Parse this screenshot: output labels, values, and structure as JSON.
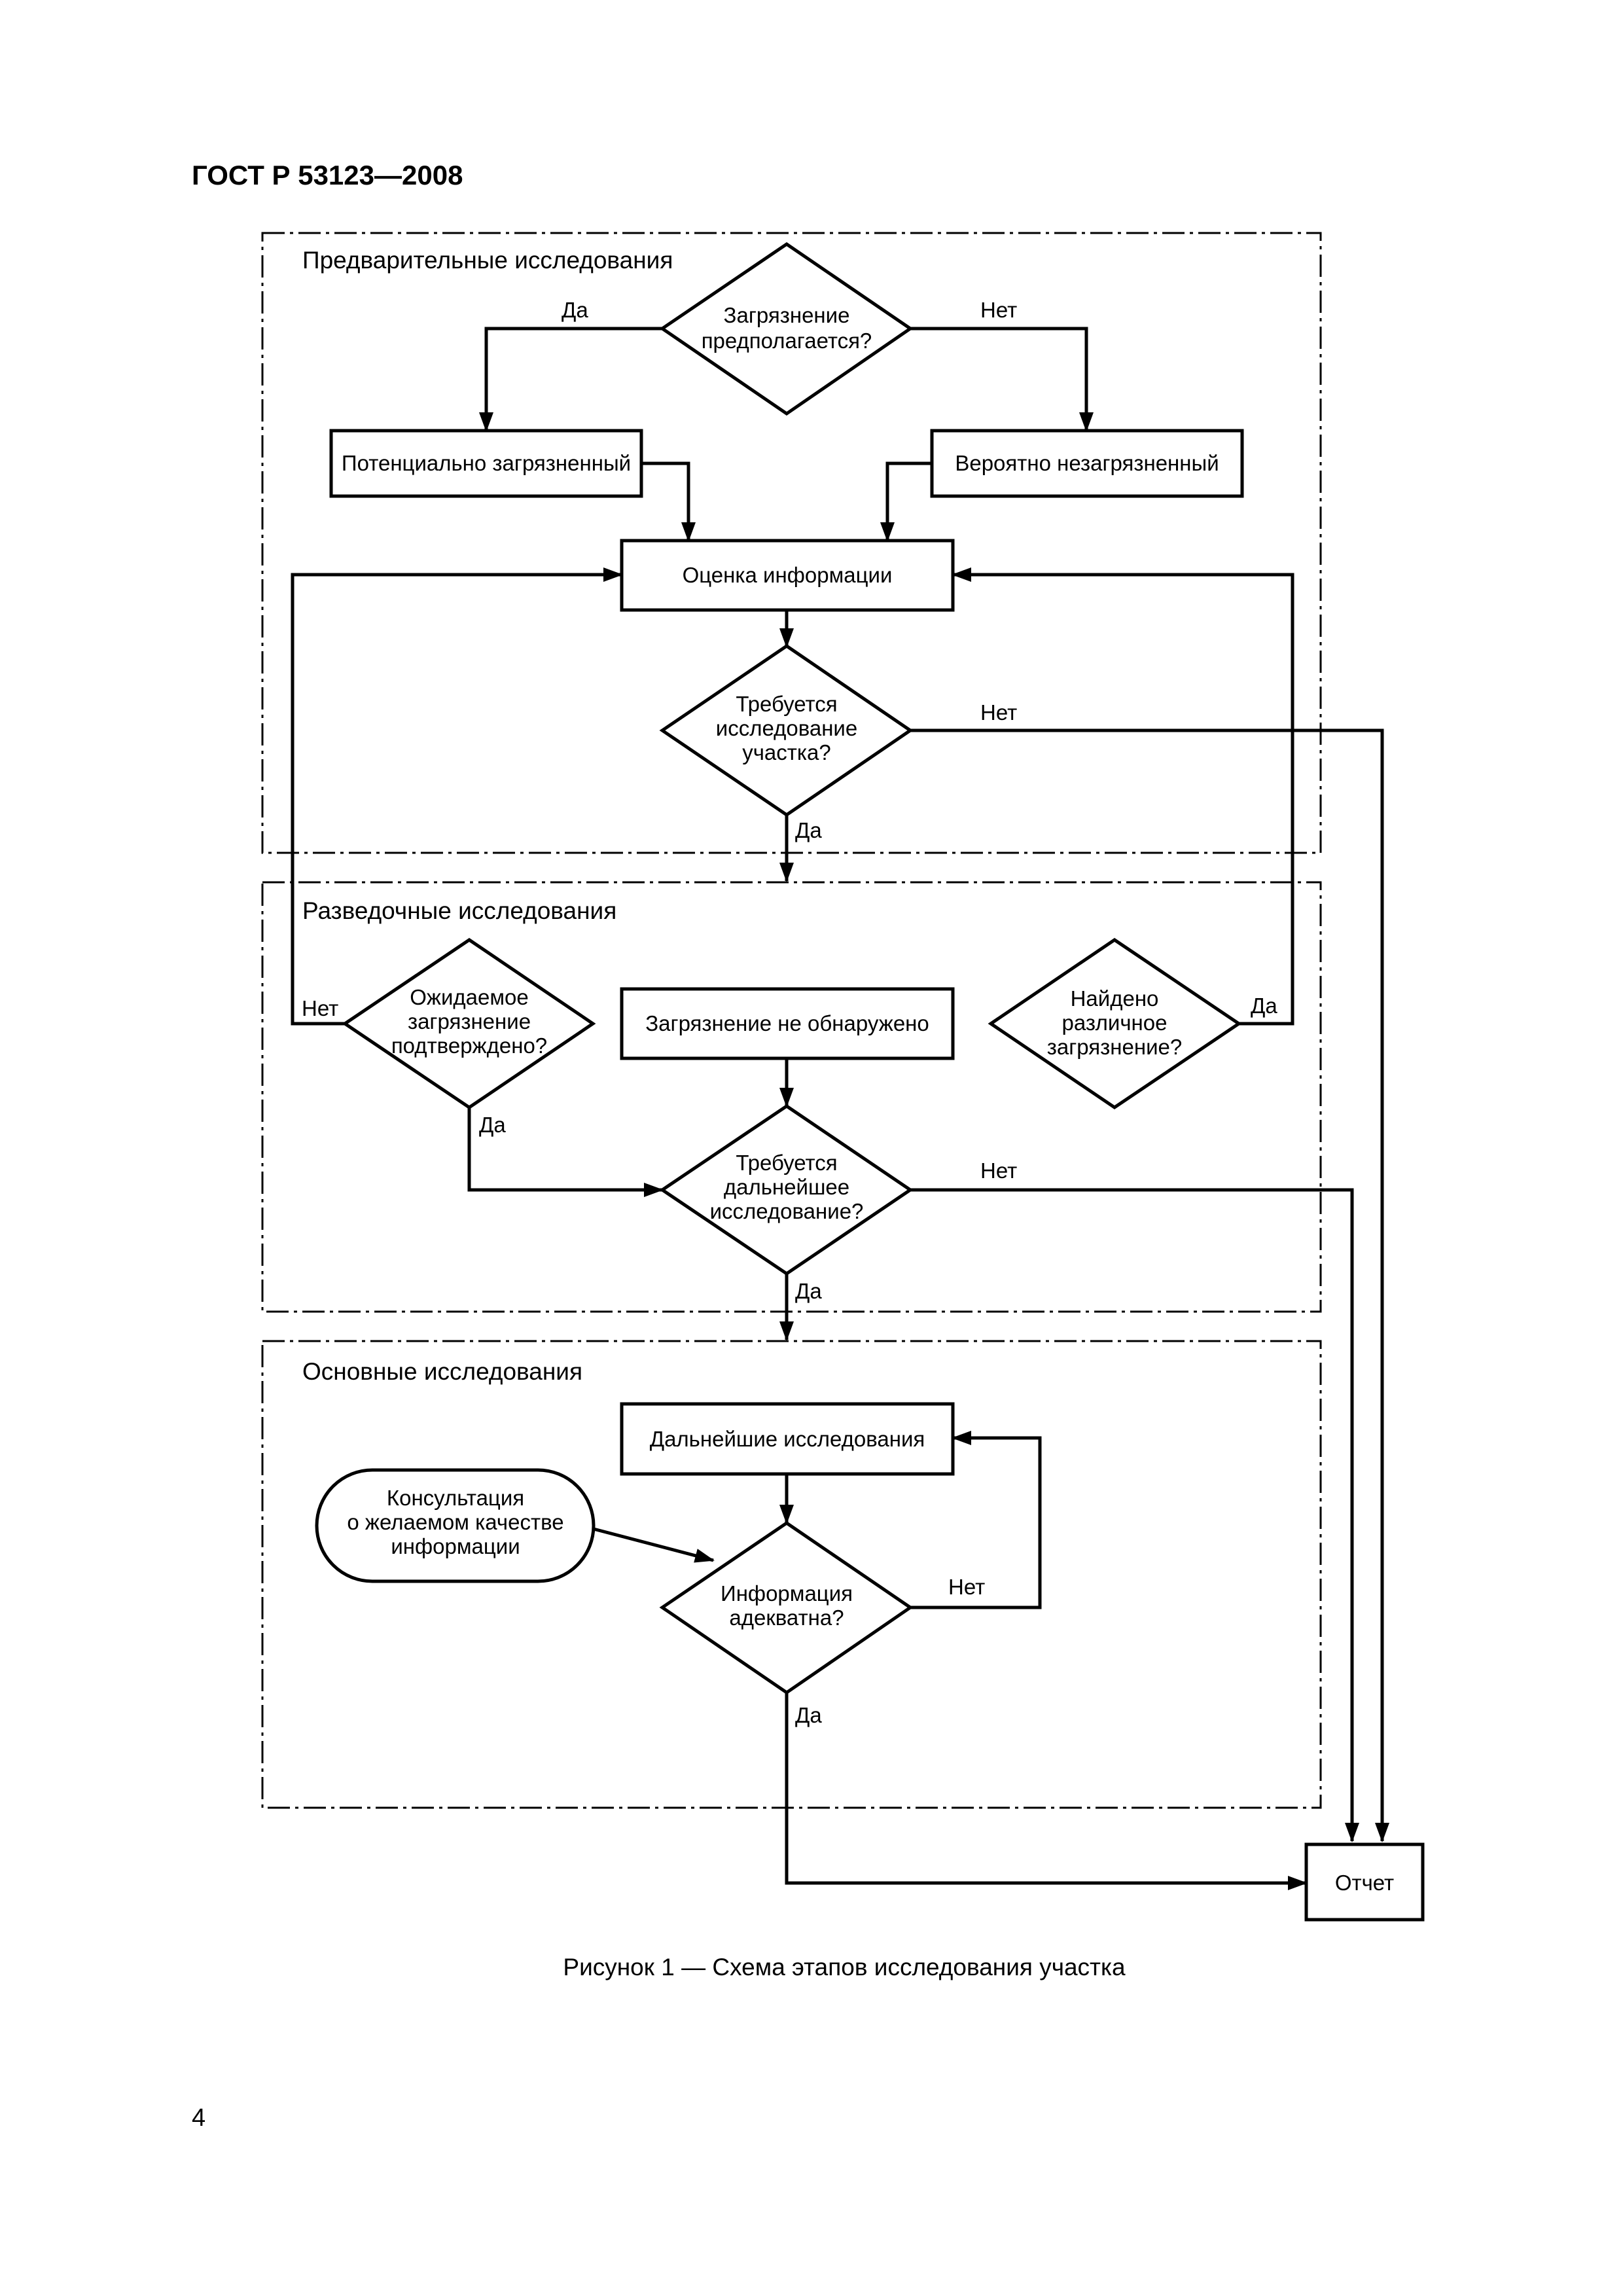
{
  "document": {
    "header": "ГОСТ Р 53123—2008",
    "caption": "Рисунок 1 — Схема этапов исследования участка",
    "page_number": "4"
  },
  "sections": {
    "preliminary": "Предварительные исследования",
    "exploratory": "Разведочные исследования",
    "main": "Основные исследования"
  },
  "nodes": {
    "d1": [
      "Загрязнение",
      "предполагается?"
    ],
    "potentially_contaminated": "Потенциально загрязненный",
    "probably_uncontaminated": "Вероятно незагрязненный",
    "info_assessment": "Оценка информации",
    "d2": [
      "Требуется",
      "исследование",
      "участка?"
    ],
    "d3": [
      "Ожидаемое",
      "загрязнение",
      "подтверждено?"
    ],
    "contamination_not_found": "Загрязнение не обнаружено",
    "d4": [
      "Найдено",
      "различное",
      "загрязнение?"
    ],
    "d5": [
      "Требуется",
      "дальнейшее",
      "исследование?"
    ],
    "further_investigations": "Дальнейшие исследования",
    "consultation": [
      "Консультация",
      "о желаемом качестве",
      "информации"
    ],
    "d6": [
      "Информация",
      "адекватна?"
    ],
    "report": "Отчет"
  },
  "labels": {
    "yes": "Да",
    "no": "Нет"
  }
}
